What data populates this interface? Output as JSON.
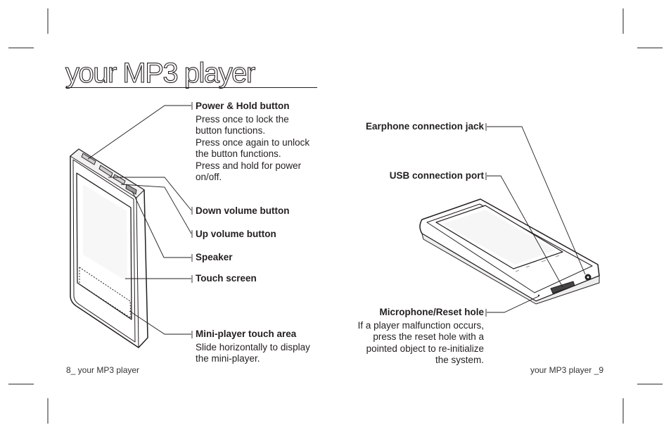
{
  "page": {
    "title": "your MP3 player",
    "footer_left": "8_ your MP3 player",
    "footer_right": "your MP3 player _9"
  },
  "left_callouts": {
    "power_hold": {
      "label": "Power & Hold button",
      "desc_1": "Press once to lock the",
      "desc_2": "button functions.",
      "desc_3": "Press once again to unlock",
      "desc_4": "the button functions.",
      "desc_5": "Press and hold for power",
      "desc_6": "on/off."
    },
    "down_volume": {
      "label": "Down volume button"
    },
    "up_volume": {
      "label": "Up volume button"
    },
    "speaker": {
      "label": "Speaker"
    },
    "touch_screen": {
      "label": "Touch screen"
    },
    "mini_player": {
      "label": "Mini-player touch area",
      "desc_1": "Slide horizontally to display",
      "desc_2": "the mini-player."
    }
  },
  "right_callouts": {
    "earphone": {
      "label": "Earphone connection jack"
    },
    "usb": {
      "label": "USB connection port"
    },
    "microphone": {
      "label": "Microphone/Reset hole",
      "desc_1": "If a player malfunction occurs,",
      "desc_2": "press the reset hole with a",
      "desc_3": "pointed object to re-initialize",
      "desc_4": "the system."
    }
  }
}
